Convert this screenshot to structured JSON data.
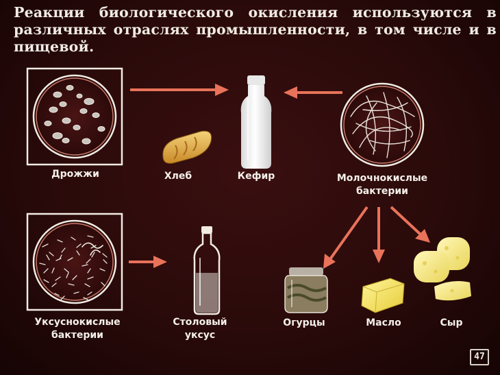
{
  "heading": "Реакции биологического окисления используются в различных отраслях промышленности, в том числе и в пищевой.",
  "labels": {
    "yeast": "Дрожжи",
    "bread": "Хлеб",
    "kefir": "Кефир",
    "lactic_bacteria": "Молочнокислые\nбактерии",
    "acetic_bacteria": "Уксуснокислые\nбактерии",
    "vinegar": "Столовый\nуксус",
    "cucumbers": "Огурцы",
    "butter": "Масло",
    "cheese": "Сыр"
  },
  "page_number": "47",
  "colors": {
    "background": "#2a0a0a",
    "arrow": "#e8735a",
    "frame_line": "#f1ece4",
    "text": "#f4f0ea"
  },
  "icons": [
    "yeast-micrograph-icon",
    "lactic-bacteria-micrograph-icon",
    "acetic-bacteria-micrograph-icon",
    "bread-icon",
    "milk-bottle-icon",
    "vinegar-bottle-icon",
    "pickle-jar-icon",
    "butter-icon",
    "cheese-icon",
    "arrow-icon"
  ]
}
